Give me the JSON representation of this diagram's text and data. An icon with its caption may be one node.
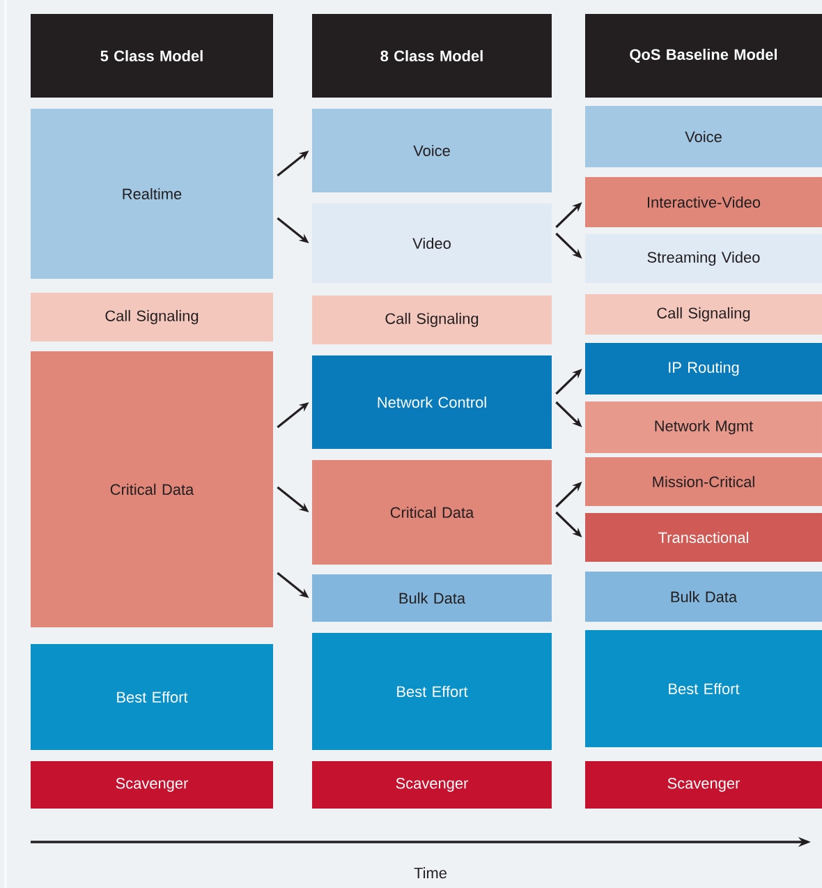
{
  "diagram": {
    "nodes": [
      {
        "text": [
          "5 Class Model"
        ]
      },
      {
        "text": [
          "Realtime"
        ]
      },
      {
        "text": [
          "Call Signaling"
        ]
      },
      {
        "text": [
          "Critical Data"
        ]
      },
      {
        "text": [
          "Best Effort"
        ]
      },
      {
        "text": [
          "Scavenger"
        ]
      },
      {
        "text": [
          "8 Class Model"
        ]
      },
      {
        "text": [
          "Voice"
        ]
      },
      {
        "text": [
          "Video"
        ]
      },
      {
        "text": [
          "Call Signaling"
        ]
      },
      {
        "text": [
          "Network Control"
        ]
      },
      {
        "text": [
          "Critical Data"
        ]
      },
      {
        "text": [
          "Bulk Data"
        ]
      },
      {
        "text": [
          "Best Effort"
        ]
      },
      {
        "text": [
          "Scavenger"
        ]
      },
      {
        "text": [
          "QoS Baseline Model"
        ]
      },
      {
        "text": [
          "Voice"
        ]
      },
      {
        "text": [
          "Interactive-Video"
        ]
      },
      {
        "text": [
          "Streaming Video"
        ]
      },
      {
        "text": [
          "Call Signaling"
        ]
      },
      {
        "text": [
          "IP Routing"
        ]
      },
      {
        "text": [
          "Network Mgmt"
        ]
      },
      {
        "text": [
          "Mission-Critical"
        ]
      },
      {
        "text": [
          "Transactional"
        ]
      },
      {
        "text": [
          "Bulk Data"
        ]
      },
      {
        "text": [
          "Best Effort"
        ]
      },
      {
        "text": [
          "Scavenger"
        ]
      }
    ],
    "edges": [
      {
        "from": 1,
        "to": 7,
        "arrow": "to"
      },
      {
        "from": 1,
        "to": 8,
        "arrow": "to"
      },
      {
        "from": 8,
        "to": 17,
        "arrow": "to"
      },
      {
        "from": 8,
        "to": 18,
        "arrow": "to"
      },
      {
        "from": 3,
        "to": 10,
        "arrow": "to"
      },
      {
        "from": 3,
        "to": 11,
        "arrow": "to"
      },
      {
        "from": 3,
        "to": 12,
        "arrow": "to"
      },
      {
        "from": 10,
        "to": 20,
        "arrow": "to"
      },
      {
        "from": 10,
        "to": 21,
        "arrow": "to"
      },
      {
        "from": 11,
        "to": 22,
        "arrow": "to"
      },
      {
        "from": 11,
        "to": 23,
        "arrow": "to"
      }
    ],
    "labels": [
      "Time"
    ]
  }
}
